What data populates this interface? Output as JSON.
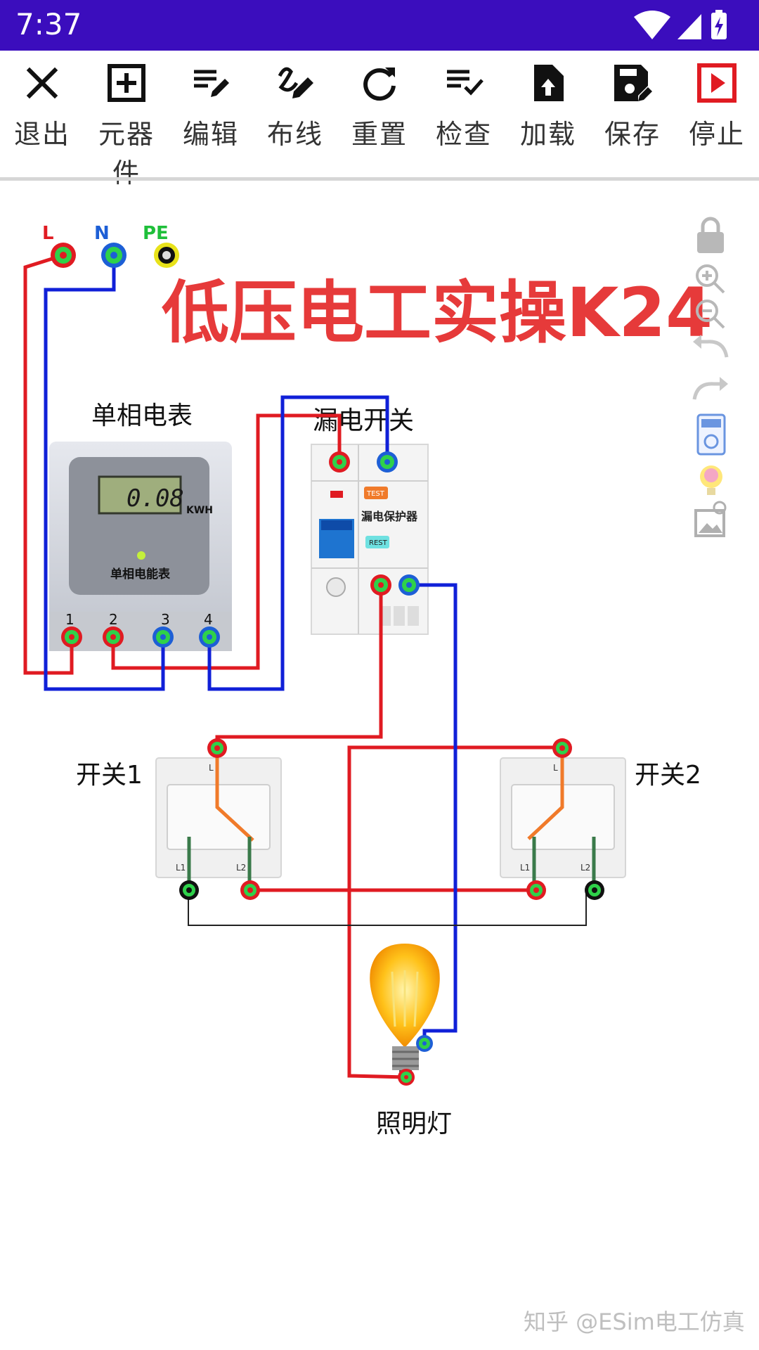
{
  "status_bar": {
    "time": "7:37"
  },
  "toolbar": {
    "items": [
      {
        "label": "退出",
        "icon": "close-icon"
      },
      {
        "label": "元器件",
        "icon": "add-box-icon"
      },
      {
        "label": "编辑",
        "icon": "edit-list-icon"
      },
      {
        "label": "布线",
        "icon": "draw-icon"
      },
      {
        "label": "重置",
        "icon": "refresh-icon"
      },
      {
        "label": "检查",
        "icon": "checklist-icon"
      },
      {
        "label": "加载",
        "icon": "upload-file-icon"
      },
      {
        "label": "保存",
        "icon": "save-edit-icon"
      },
      {
        "label": "停止",
        "icon": "stop-play-icon"
      }
    ]
  },
  "canvas": {
    "title": "低压电工实操K24",
    "terminals": {
      "l": "L",
      "n": "N",
      "pe": "PE"
    },
    "meter": {
      "caption": "单相电表",
      "display": "0.08",
      "unit": "KWH",
      "name": "单相电能表",
      "terminal_labels": [
        "1",
        "2",
        "3",
        "4"
      ]
    },
    "breaker": {
      "caption": "漏电开关",
      "name": "漏电保护器",
      "test": "TEST",
      "reset": "REST"
    },
    "switch1": {
      "caption": "开关1",
      "l": "L",
      "l1": "L1",
      "l2": "L2"
    },
    "switch2": {
      "caption": "开关2",
      "l": "L",
      "l1": "L1",
      "l2": "L2"
    },
    "lamp": {
      "caption": "照明灯"
    },
    "colors": {
      "live": "#e0141b",
      "neutral": "#1020d8",
      "switch_wire": "#3a7a4a",
      "title": "#e63a3a"
    }
  },
  "side_tools": [
    "lock-icon",
    "zoom-in-icon",
    "zoom-out-icon",
    "undo-icon",
    "redo-icon",
    "multimeter-icon",
    "bulb-icon",
    "image-icon"
  ],
  "watermark": "知乎 @ESim电工仿真"
}
